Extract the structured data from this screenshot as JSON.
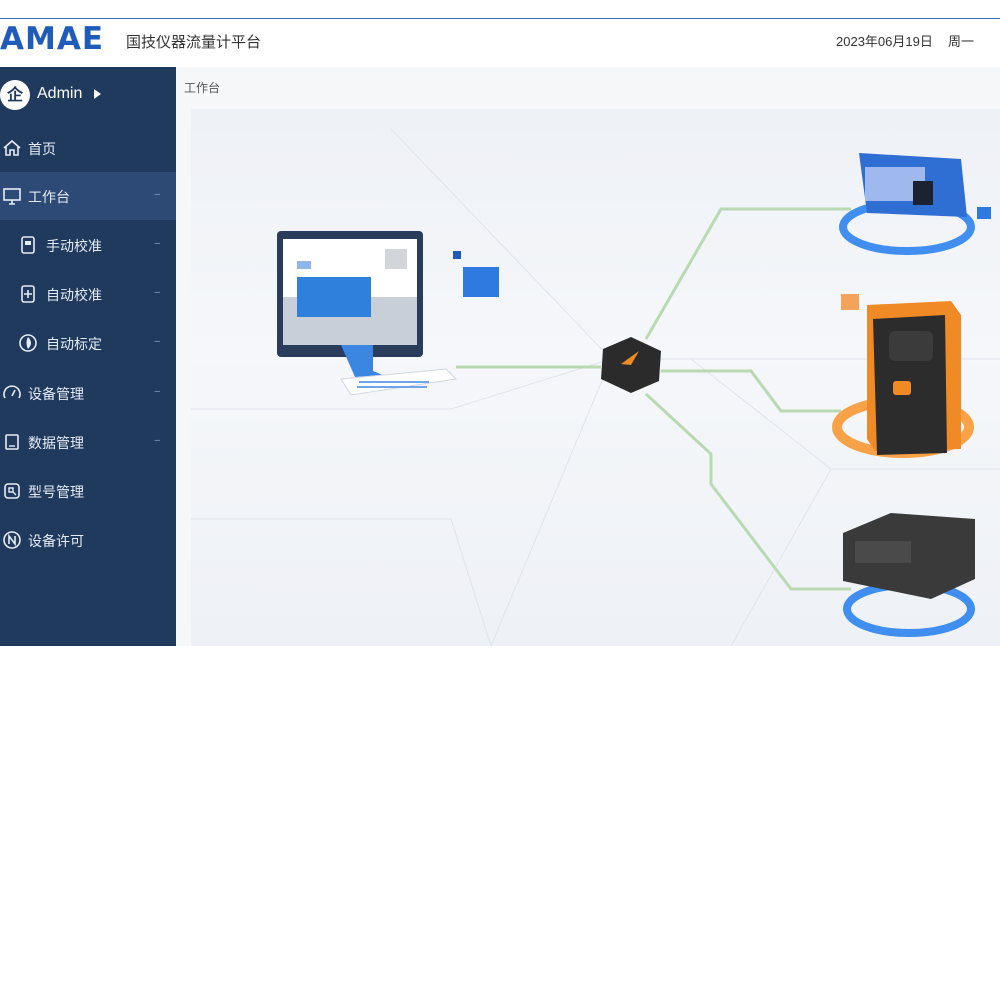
{
  "header": {
    "logo": "AMAE",
    "app_title": "国技仪器流量计平台",
    "date": "2023年06月19日",
    "weekday": "周一"
  },
  "user": {
    "avatar_glyph": "企",
    "name": "Admin"
  },
  "sidebar": {
    "items": [
      {
        "label": "首页",
        "icon": "home-icon"
      },
      {
        "label": "工作台",
        "icon": "monitor-icon"
      },
      {
        "label": "手动校准",
        "icon": "manual-calibration-icon"
      },
      {
        "label": "自动校准",
        "icon": "auto-calibration-icon"
      },
      {
        "label": "自动标定",
        "icon": "auto-target-icon"
      },
      {
        "label": "设备管理",
        "icon": "gauge-icon"
      },
      {
        "label": "数据管理",
        "icon": "tablet-icon"
      },
      {
        "label": "型号管理",
        "icon": "model-icon"
      },
      {
        "label": "设备许可",
        "icon": "license-icon"
      }
    ]
  },
  "main": {
    "breadcrumb": "工作台"
  },
  "colors": {
    "sidebar_bg": "#203a5e",
    "sidebar_active": "#2d4a76",
    "brand_blue": "#1f5bb8",
    "connector_green": "#b9d9b3",
    "device_orange": "#f08a24"
  }
}
